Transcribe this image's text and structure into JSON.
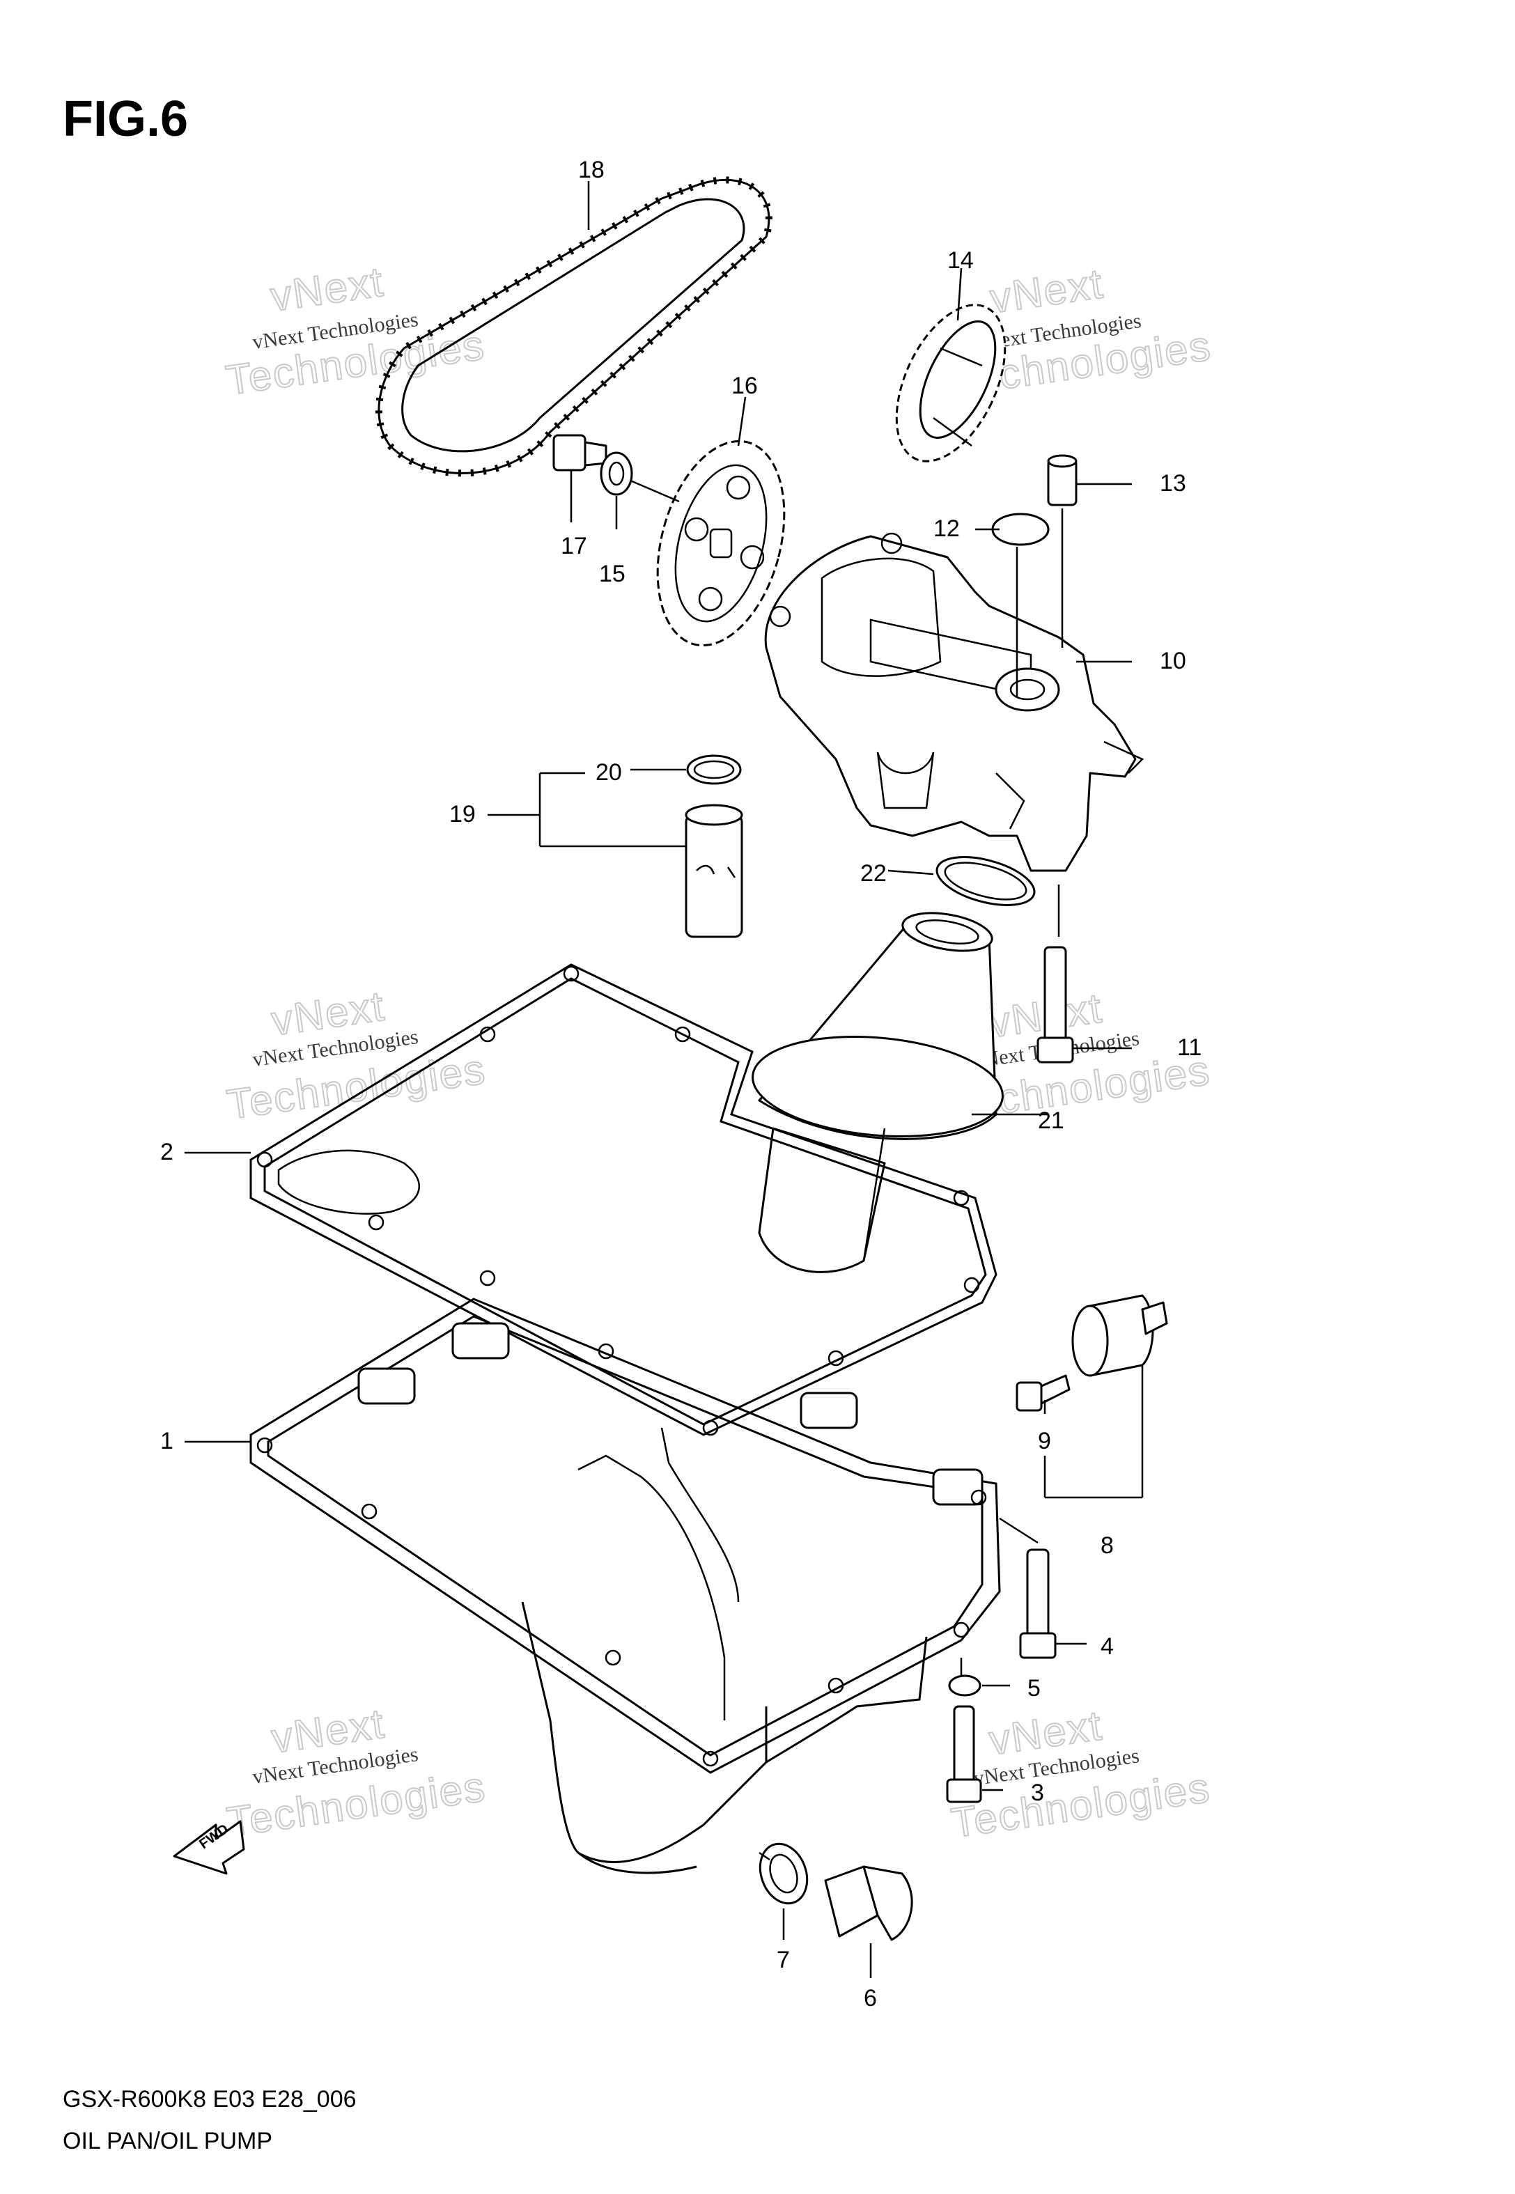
{
  "figure": {
    "label": "FIG.6"
  },
  "footer": {
    "model": "GSX-R600K8 E03 E28_006",
    "title": "OIL PAN/OIL PUMP"
  },
  "fwd_arrow": {
    "label": "FWD"
  },
  "watermark": {
    "line1": "vNext Technologies",
    "line2": "vNext",
    "line3": "Technologies"
  },
  "callouts": {
    "c1": "1",
    "c2": "2",
    "c3": "3",
    "c4": "4",
    "c5": "5",
    "c6": "6",
    "c7": "7",
    "c8": "8",
    "c9": "9",
    "c10": "10",
    "c11": "11",
    "c12": "12",
    "c13": "13",
    "c14": "14",
    "c15": "15",
    "c16": "16",
    "c17": "17",
    "c18": "18",
    "c19": "19",
    "c20": "20",
    "c21": "21",
    "c22": "22"
  },
  "colors": {
    "line": "#000000",
    "background": "#ffffff",
    "watermark": "#c9c9c9"
  }
}
